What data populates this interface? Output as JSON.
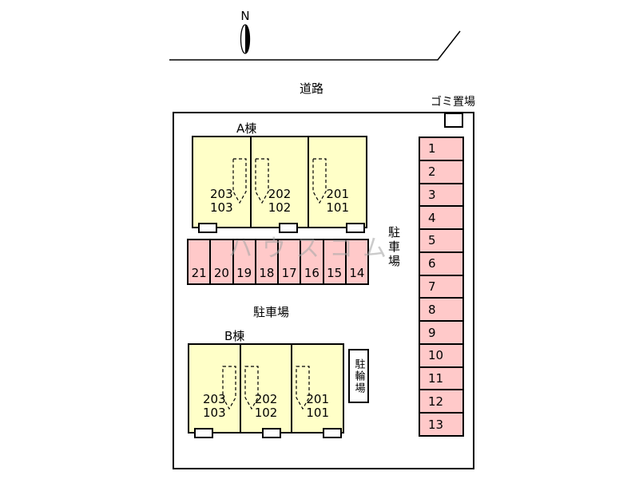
{
  "compass": {
    "label": "N"
  },
  "road": {
    "label": "道路"
  },
  "garbage": {
    "label": "ゴミ置場"
  },
  "watermark": {
    "text": "ハウスコム"
  },
  "building_a": {
    "label": "A棟",
    "units": [
      {
        "upper": "203",
        "lower": "103"
      },
      {
        "upper": "202",
        "lower": "102"
      },
      {
        "upper": "201",
        "lower": "101"
      }
    ]
  },
  "building_b": {
    "label": "B棟",
    "units": [
      {
        "upper": "203",
        "lower": "103"
      },
      {
        "upper": "202",
        "lower": "102"
      },
      {
        "upper": "201",
        "lower": "101"
      }
    ]
  },
  "parking": {
    "label_side": "駐車場",
    "label_middle": "駐車場",
    "row_numbers": [
      "21",
      "20",
      "19",
      "18",
      "17",
      "16",
      "15",
      "14"
    ],
    "column_numbers": [
      "1",
      "2",
      "3",
      "4",
      "5",
      "6",
      "7",
      "8",
      "9",
      "10",
      "11",
      "12",
      "13"
    ]
  },
  "bicycle": {
    "label": "駐輪場"
  },
  "colors": {
    "building_fill": "#ffffc8",
    "parking_fill": "#ffc9c9",
    "outline": "#000000",
    "watermark": "#a9a9a9"
  }
}
